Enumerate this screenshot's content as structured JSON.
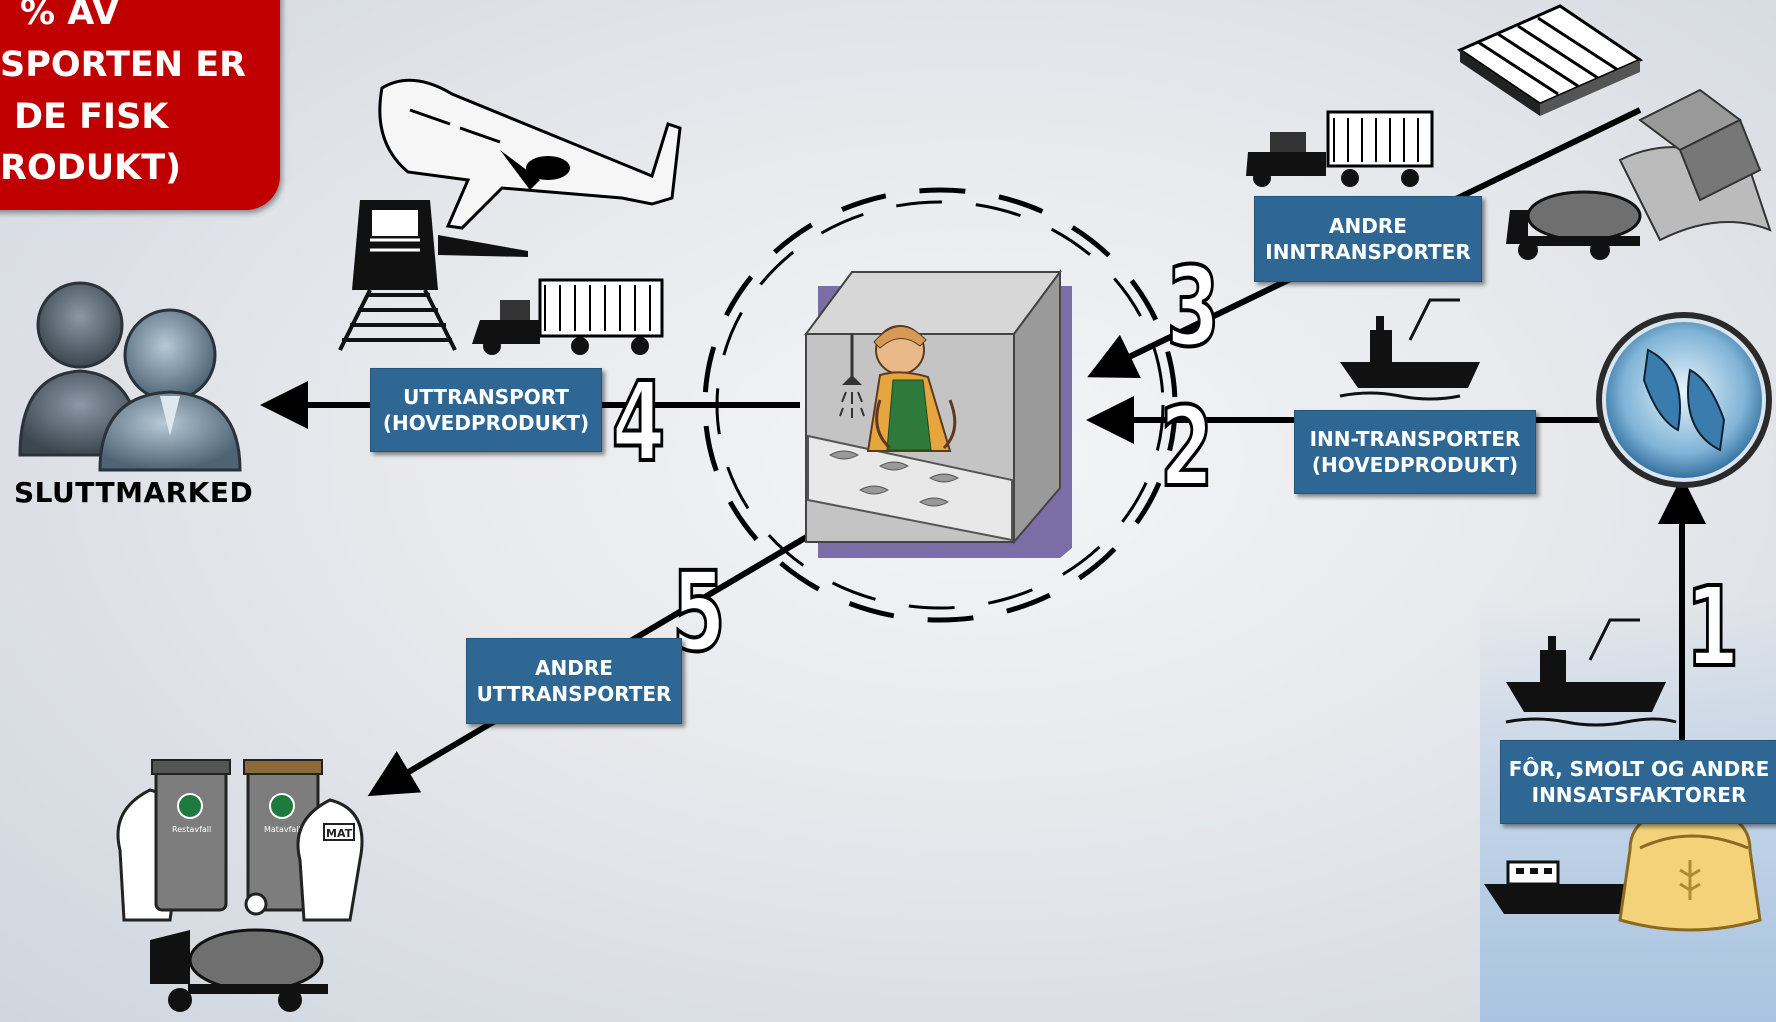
{
  "callout": {
    "lines": [
      "% AV",
      "SPORTEN ER",
      "DE FISK",
      "RODUKT)"
    ]
  },
  "labels": {
    "andre_inntransporter": [
      "ANDRE",
      "INNTRANSPORTER"
    ],
    "inn_transporter": [
      "INN-TRANSPORTER",
      "(HOVEDPRODUKT)"
    ],
    "uttransport": [
      "UTTRANSPORT",
      "(HOVEDPRODUKT)"
    ],
    "andre_uttransporter": [
      "ANDRE",
      "UTTRANSPORTER"
    ],
    "for_smolt": [
      "FÔR, SMOLT OG ANDRE",
      "INNSATSFAKTORER"
    ],
    "sluttmarked": "SLUTTMARKED"
  },
  "steps": [
    "1",
    "2",
    "3",
    "4",
    "5"
  ],
  "bins": {
    "left": "Restavfall",
    "right": "Matavfall",
    "bag": "MAT"
  },
  "colors": {
    "label_bg": "#2f6794",
    "callout_bg": "#c00000",
    "arrow": "#000000",
    "factory_shadow": "#7b6ea6"
  }
}
